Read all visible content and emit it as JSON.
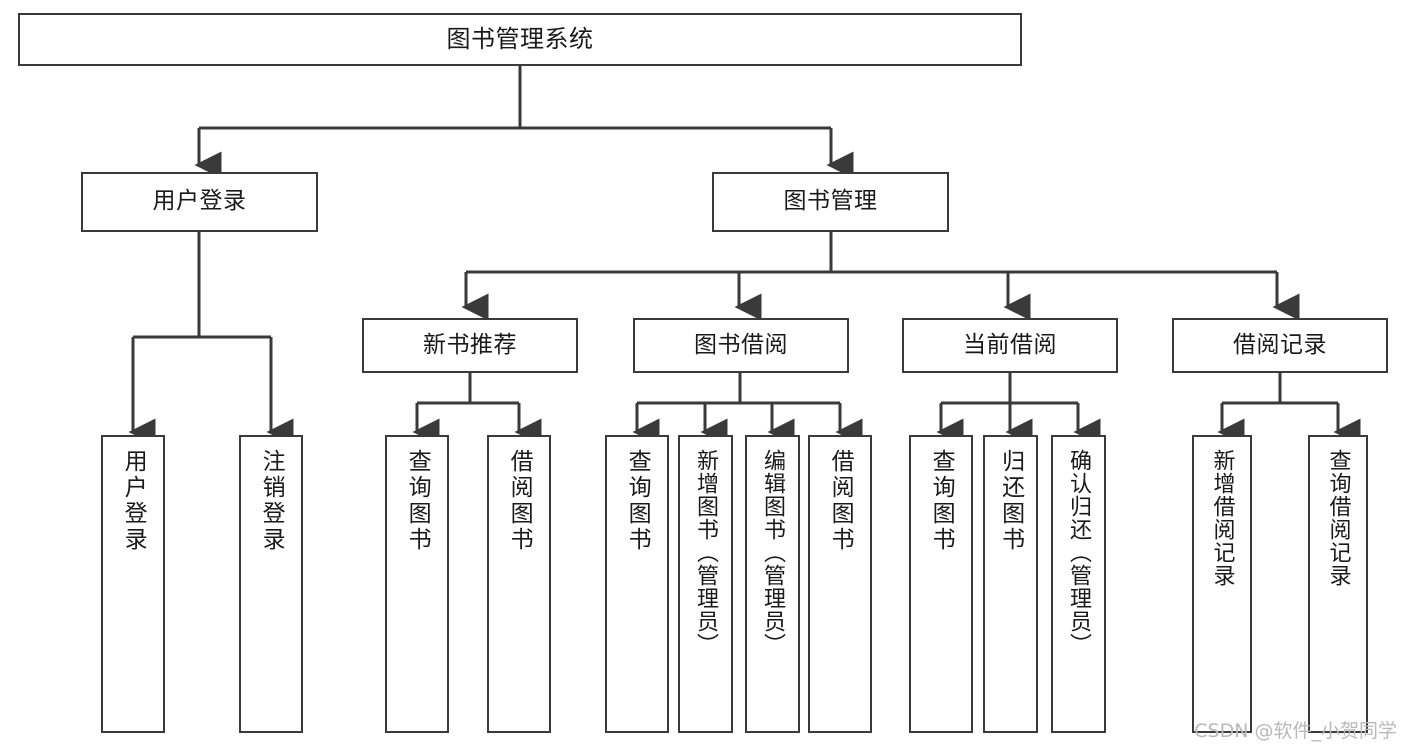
{
  "diagram": {
    "type": "tree",
    "title": "图书管理系统",
    "colors": {
      "border": "#3a3a3a",
      "fill": "#ffffff",
      "text": "#1a1a1a",
      "connector": "#3a3a3a",
      "watermark": "#b9b9b9"
    },
    "root": {
      "label": "图书管理系统"
    },
    "tier2": [
      {
        "id": "user-login",
        "label": "用户登录"
      },
      {
        "id": "book-manage",
        "label": "图书管理"
      }
    ],
    "tier3": [
      {
        "id": "new-book-rec",
        "label": "新书推荐"
      },
      {
        "id": "book-borrow",
        "label": "图书借阅"
      },
      {
        "id": "current-borrow",
        "label": "当前借阅"
      },
      {
        "id": "borrow-record",
        "label": "借阅记录"
      }
    ],
    "leaves": {
      "user_login": [
        {
          "id": "leaf-user-login",
          "label": "用户登录"
        },
        {
          "id": "leaf-logout",
          "label": "注销登录"
        }
      ],
      "new_book_rec": [
        {
          "id": "leaf-query-book-1",
          "label": "查询图书"
        },
        {
          "id": "leaf-borrow-book-1",
          "label": "借阅图书"
        }
      ],
      "book_borrow": [
        {
          "id": "leaf-query-book-2",
          "label": "查询图书"
        },
        {
          "id": "leaf-add-book",
          "label": "新增图书（管理员）"
        },
        {
          "id": "leaf-edit-book",
          "label": "编辑图书（管理员）"
        },
        {
          "id": "leaf-borrow-book-2",
          "label": "借阅图书"
        }
      ],
      "current_borrow": [
        {
          "id": "leaf-query-book-3",
          "label": "查询图书"
        },
        {
          "id": "leaf-return-book",
          "label": "归还图书"
        },
        {
          "id": "leaf-confirm-return",
          "label": "确认归还（管理员）"
        }
      ],
      "borrow_record": [
        {
          "id": "leaf-add-record",
          "label": "新增借阅记录"
        },
        {
          "id": "leaf-query-record",
          "label": "查询借阅记录"
        }
      ]
    }
  },
  "watermark": {
    "text": "CSDN @软件_小贺同学"
  }
}
